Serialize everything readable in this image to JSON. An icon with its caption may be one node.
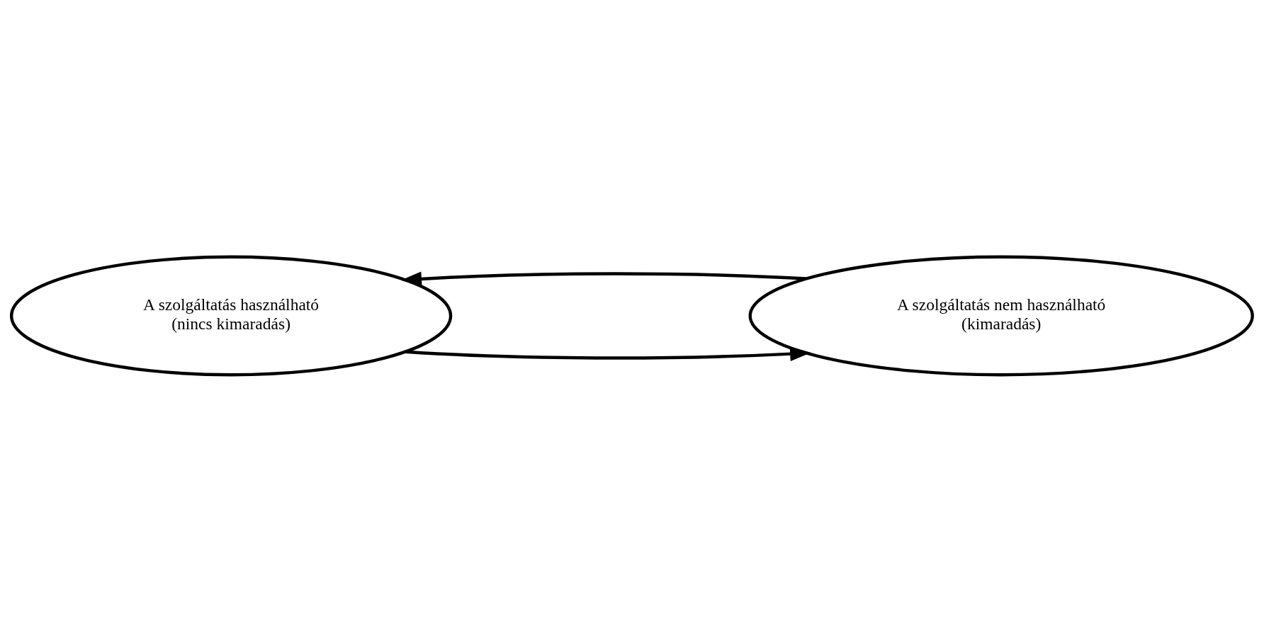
{
  "diagram": {
    "nodes": [
      {
        "text": [
          "A szolgáltatás használható",
          "(nincs kimaradás)"
        ]
      },
      {
        "text": [
          "A szolgáltatás nem használható",
          "(kimaradás)"
        ]
      }
    ],
    "edges": [
      {
        "from": 1,
        "to": 0,
        "arrow": "to"
      },
      {
        "from": 0,
        "to": 1,
        "arrow": "to"
      }
    ]
  }
}
